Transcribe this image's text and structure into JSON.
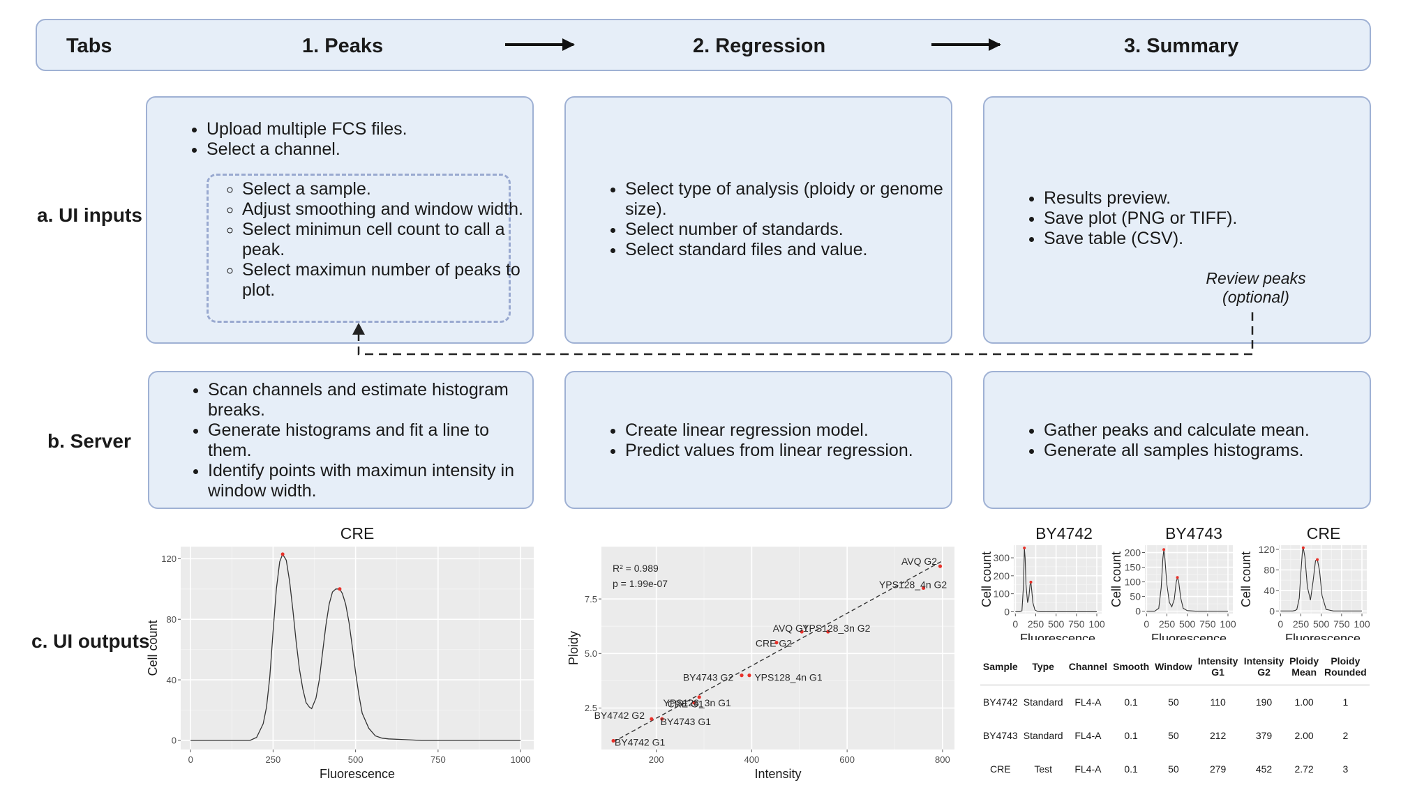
{
  "tabs": {
    "label": "Tabs",
    "items": [
      "1. Peaks",
      "2. Regression",
      "3. Summary"
    ]
  },
  "rows": {
    "ui_inputs": "a. UI inputs",
    "server": "b. Server",
    "ui_outputs": "c. UI outputs"
  },
  "inputs": {
    "peaks": [
      "Upload multiple FCS files.",
      "Select a channel."
    ],
    "peaks_sub": [
      "Select a sample.",
      "Adjust smoothing and window width.",
      "Select minimun cell count to call a peak.",
      "Select maximun number of peaks to plot."
    ],
    "regression": [
      "Select type of analysis (ploidy or genome size).",
      "Select number of standards.",
      "Select standard files and value."
    ],
    "summary": [
      "Results preview.",
      "Save plot (PNG or TIFF).",
      "Save table (CSV)."
    ],
    "review_note": [
      "Review peaks",
      "(optional)"
    ]
  },
  "server": {
    "peaks": [
      "Scan channels and estimate histogram breaks.",
      "Generate histograms and fit a line to them.",
      "Identify points with maximun intensity in window width."
    ],
    "regression": [
      "Create linear regression model.",
      "Predict values from linear regression."
    ],
    "summary": [
      "Gather peaks and calculate mean.",
      "Generate all samples histograms."
    ]
  },
  "colors": {
    "box_fill": "#e6eef8",
    "box_border": "#9fb1d4",
    "plot_panel": "#ebebeb",
    "peak_marker": "#e8312a",
    "curve": "#333333"
  },
  "chart_data": [
    {
      "type": "line",
      "title": "CRE",
      "xlabel": "Fluorescence",
      "ylabel": "Cell count",
      "xlim": [
        -30,
        1040
      ],
      "ylim": [
        -6,
        128
      ],
      "xticks": [
        0,
        250,
        500,
        750,
        1000
      ],
      "yticks": [
        0,
        40,
        80,
        120
      ],
      "grid": true,
      "peaks": [
        {
          "x": 279,
          "y": 123
        },
        {
          "x": 452,
          "y": 100
        }
      ],
      "curve": {
        "x": [
          0,
          50,
          100,
          150,
          160,
          180,
          200,
          220,
          230,
          240,
          250,
          260,
          270,
          279,
          290,
          300,
          310,
          320,
          330,
          340,
          350,
          360,
          367,
          380,
          390,
          400,
          410,
          420,
          430,
          440,
          452,
          460,
          470,
          480,
          490,
          500,
          510,
          520,
          540,
          560,
          580,
          600,
          650,
          700,
          750,
          800,
          900,
          1000
        ],
        "y": [
          0,
          0,
          0,
          0,
          0,
          0,
          2,
          11,
          22,
          42,
          72,
          100,
          118,
          123,
          119,
          105,
          86,
          65,
          47,
          34,
          25,
          22,
          21,
          28,
          40,
          58,
          76,
          90,
          98,
          100,
          100,
          97,
          90,
          78,
          62,
          45,
          30,
          18,
          8,
          3,
          1.5,
          1,
          0.5,
          0,
          0,
          0,
          0,
          0
        ]
      }
    },
    {
      "type": "scatter",
      "xlabel": "Intensity",
      "ylabel": "Ploidy",
      "xlim": [
        85,
        825
      ],
      "ylim": [
        0.6,
        9.9
      ],
      "xticks": [
        200,
        400,
        600,
        800
      ],
      "yticks": [
        2.5,
        5.0,
        7.5
      ],
      "ytick_labels": [
        "2.5",
        "5.0",
        "7.5"
      ],
      "grid": true,
      "annotations": [
        "R² = 0.989",
        "p = 1.99e-07"
      ],
      "points": [
        {
          "label": "BY4742 G1",
          "x": 110,
          "y": 1.0
        },
        {
          "label": "BY4743 G1",
          "x": 212,
          "y": 2.0
        },
        {
          "label": "BY4742 G2",
          "x": 190,
          "y": 2.0
        },
        {
          "label": "CRE G1",
          "x": 279,
          "y": 2.75
        },
        {
          "label": "YPS128_3n G1",
          "x": 290,
          "y": 3.0
        },
        {
          "label": "BY4743 G2",
          "x": 379,
          "y": 4.0
        },
        {
          "label": "YPS128_4n G1",
          "x": 395,
          "y": 4.0
        },
        {
          "label": "CRE G2",
          "x": 452,
          "y": 5.5
        },
        {
          "label": "AVQ G1",
          "x": 505,
          "y": 6.0
        },
        {
          "label": "YPS128_3n G2",
          "x": 560,
          "y": 6.0
        },
        {
          "label": "YPS128_4n G2",
          "x": 760,
          "y": 8.0
        },
        {
          "label": "AVQ G2",
          "x": 795,
          "y": 9.0
        }
      ],
      "fit": {
        "x": [
          110,
          800
        ],
        "y": [
          0.95,
          9.25
        ]
      }
    },
    {
      "type": "line",
      "title": "BY4742",
      "xlabel": "Fluorescence",
      "ylabel": "Cell count",
      "xlim": [
        -20,
        1060
      ],
      "ylim": [
        -10,
        370
      ],
      "xticks": [
        0,
        250,
        500,
        750,
        1000
      ],
      "xtick_labels": [
        "0",
        "250",
        "500",
        "750",
        "100"
      ],
      "yticks": [
        0,
        100,
        200,
        300
      ],
      "grid": true,
      "peaks": [
        {
          "x": 110,
          "y": 355
        },
        {
          "x": 190,
          "y": 165
        }
      ],
      "curve": {
        "x": [
          0,
          50,
          80,
          100,
          110,
          120,
          130,
          150,
          165,
          180,
          190,
          200,
          215,
          240,
          270,
          300,
          400,
          500,
          700,
          1000
        ],
        "y": [
          0,
          0,
          5,
          150,
          355,
          300,
          150,
          50,
          80,
          150,
          165,
          120,
          50,
          10,
          2,
          0,
          0,
          0,
          0,
          0
        ]
      }
    },
    {
      "type": "line",
      "title": "BY4743",
      "xlabel": "Fluorescence",
      "ylabel": "Cell count",
      "xlim": [
        -20,
        1060
      ],
      "ylim": [
        -8,
        225
      ],
      "xticks": [
        0,
        250,
        500,
        750,
        1000
      ],
      "xtick_labels": [
        "0",
        "250",
        "500",
        "750",
        "100"
      ],
      "yticks": [
        0,
        50,
        100,
        150,
        200
      ],
      "grid": true,
      "peaks": [
        {
          "x": 212,
          "y": 210
        },
        {
          "x": 379,
          "y": 115
        }
      ],
      "curve": {
        "x": [
          0,
          100,
          150,
          180,
          200,
          212,
          225,
          250,
          280,
          310,
          340,
          365,
          379,
          395,
          420,
          450,
          500,
          600,
          800,
          1000
        ],
        "y": [
          0,
          0,
          10,
          80,
          180,
          210,
          180,
          90,
          30,
          15,
          40,
          100,
          115,
          100,
          45,
          10,
          2,
          0,
          0,
          0
        ]
      }
    },
    {
      "type": "line",
      "title": "CRE",
      "xlabel": "Fluorescence",
      "ylabel": "Cell count",
      "xlim": [
        -20,
        1060
      ],
      "ylim": [
        -5,
        128
      ],
      "xticks": [
        0,
        250,
        500,
        750,
        1000
      ],
      "xtick_labels": [
        "0",
        "250",
        "500",
        "750",
        "100"
      ],
      "yticks": [
        0,
        40,
        80,
        120
      ],
      "grid": true,
      "peaks": [
        {
          "x": 279,
          "y": 123
        },
        {
          "x": 452,
          "y": 100
        }
      ],
      "curve": {
        "x": [
          0,
          150,
          180,
          200,
          230,
          250,
          270,
          279,
          300,
          330,
          367,
          400,
          430,
          452,
          480,
          510,
          560,
          650,
          800,
          1000
        ],
        "y": [
          0,
          0,
          1,
          3,
          25,
          75,
          118,
          123,
          105,
          47,
          21,
          58,
          98,
          100,
          78,
          30,
          3,
          0,
          0,
          0
        ]
      }
    },
    {
      "type": "table",
      "columns": [
        "Sample",
        "Type",
        "Channel",
        "Smooth",
        "Window",
        "Intensity G1",
        "Intensity G2",
        "Ploidy Mean",
        "Ploidy Rounded"
      ],
      "header_lines": [
        [
          "Sample"
        ],
        [
          "Type"
        ],
        [
          "Channel"
        ],
        [
          "Smooth"
        ],
        [
          "Window"
        ],
        [
          "Intensity",
          "G1"
        ],
        [
          "Intensity",
          "G2"
        ],
        [
          "Ploidy",
          "Mean"
        ],
        [
          "Ploidy",
          "Rounded"
        ]
      ],
      "rows": [
        [
          "BY4742",
          "Standard",
          "FL4-A",
          "0.1",
          "50",
          "110",
          "190",
          "1.00",
          "1"
        ],
        [
          "BY4743",
          "Standard",
          "FL4-A",
          "0.1",
          "50",
          "212",
          "379",
          "2.00",
          "2"
        ],
        [
          "CRE",
          "Test",
          "FL4-A",
          "0.1",
          "50",
          "279",
          "452",
          "2.72",
          "3"
        ]
      ]
    }
  ]
}
